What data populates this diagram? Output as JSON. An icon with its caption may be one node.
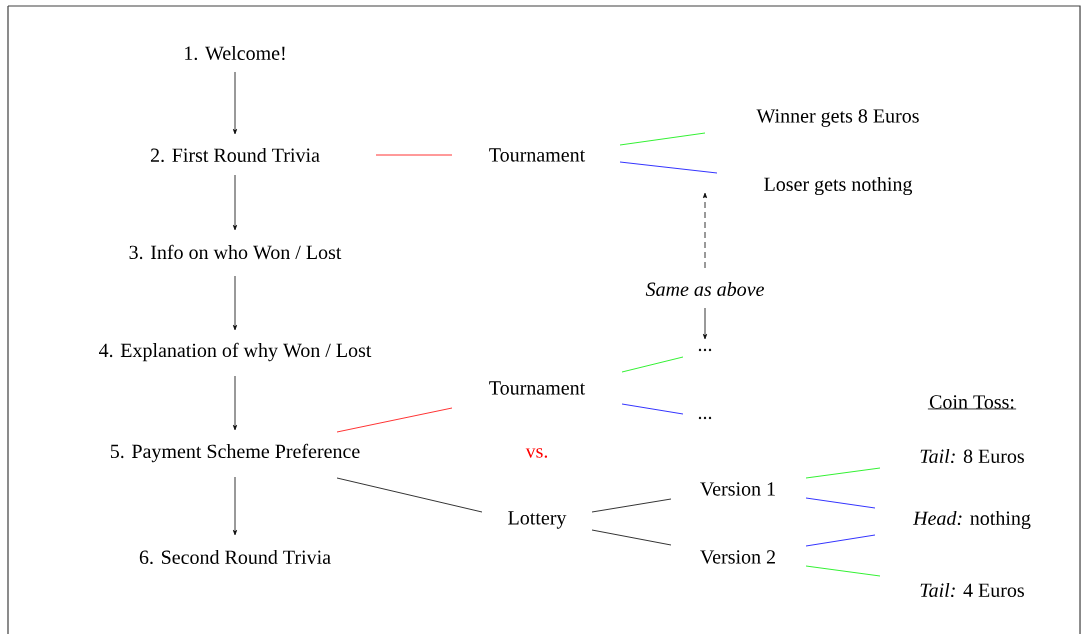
{
  "diagram": {
    "nodes": [
      {
        "text": [
          "1. Welcome!"
        ]
      },
      {
        "text": [
          "2. First Round Trivia"
        ]
      },
      {
        "text": [
          "Tournament"
        ]
      },
      {
        "text": [
          "Winner gets 8 Euros"
        ]
      },
      {
        "text": [
          "Loser gets nothing"
        ]
      },
      {
        "text": [
          "3. Info on who Won / Lost"
        ]
      },
      {
        "text": [
          "Same as above"
        ]
      },
      {
        "text": [
          "4. Explanation of why Won / Lost"
        ]
      },
      {
        "text": [
          "..."
        ]
      },
      {
        "text": [
          "Tournament"
        ]
      },
      {
        "text": [
          "..."
        ]
      },
      {
        "text": [
          "5. Payment Scheme Preference"
        ]
      },
      {
        "text": [
          "Lottery"
        ]
      },
      {
        "text": [
          "Version 1"
        ]
      },
      {
        "text": [
          "Version 2"
        ]
      },
      {
        "text": [
          "*Tail:* 8 Euros"
        ]
      },
      {
        "text": [
          "*Head:* nothing"
        ]
      },
      {
        "text": [
          "*Tail:* 4 Euros"
        ]
      },
      {
        "text": [
          "6. Second Round Trivia"
        ]
      }
    ],
    "edges": [
      {
        "from": 0,
        "to": 1,
        "arrow": "to"
      },
      {
        "from": 1,
        "to": 5,
        "arrow": "to"
      },
      {
        "from": 5,
        "to": 7,
        "arrow": "to"
      },
      {
        "from": 7,
        "to": 11,
        "arrow": "to"
      },
      {
        "from": 11,
        "to": 18,
        "arrow": "to"
      },
      {
        "from": 1,
        "to": 2,
        "arrow": "none",
        "color": "#ff0000"
      },
      {
        "from": 2,
        "to": 3,
        "arrow": "none",
        "color": "#00ee00"
      },
      {
        "from": 2,
        "to": 4,
        "arrow": "none",
        "color": "#0000ff"
      },
      {
        "from": 6,
        "to": 4,
        "arrow": "to",
        "style": "dashed"
      },
      {
        "from": 6,
        "to": 8,
        "arrow": "to"
      },
      {
        "from": 9,
        "to": 8,
        "arrow": "none",
        "color": "#00ee00"
      },
      {
        "from": 9,
        "to": 10,
        "arrow": "none",
        "color": "#0000ff"
      },
      {
        "from": 11,
        "to": 9,
        "arrow": "none",
        "color": "#ff0000"
      },
      {
        "from": 11,
        "to": 12,
        "arrow": "none"
      },
      {
        "from": 12,
        "to": 13,
        "arrow": "none"
      },
      {
        "from": 12,
        "to": 14,
        "arrow": "none"
      },
      {
        "from": 13,
        "to": 15,
        "arrow": "none",
        "color": "#00ee00"
      },
      {
        "from": 13,
        "to": 16,
        "arrow": "none",
        "color": "#0000ff"
      },
      {
        "from": 14,
        "to": 16,
        "arrow": "none",
        "color": "#0000ff"
      },
      {
        "from": 14,
        "to": 17,
        "arrow": "none",
        "color": "#00ee00"
      }
    ],
    "labels": [
      "vs.",
      "Coin Toss:"
    ]
  }
}
